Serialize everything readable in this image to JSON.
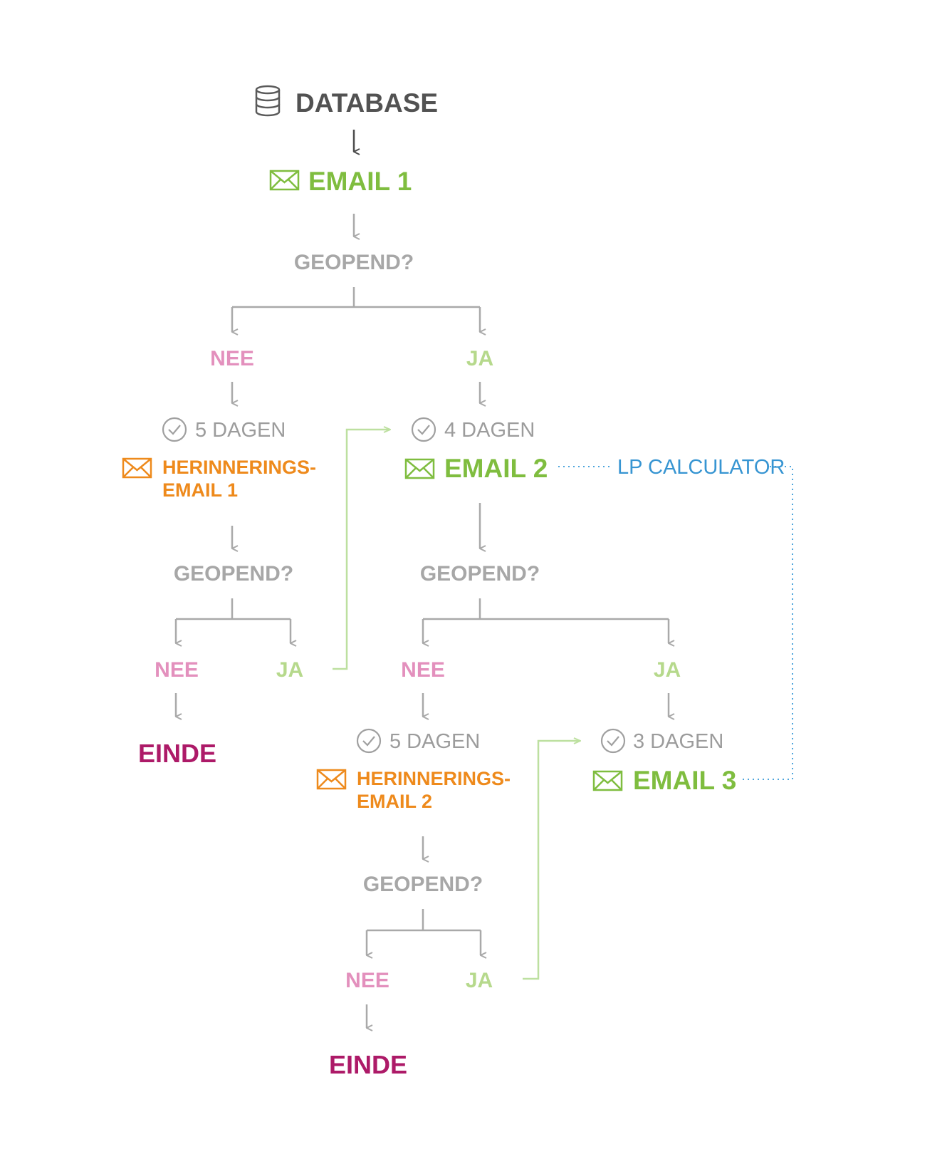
{
  "nodes": {
    "database": "DATABASE",
    "email_1": "EMAIL 1",
    "geopend_1": "GEOPEND?",
    "nee_1": "NEE",
    "ja_1": "JA",
    "wait_5_dagen_1": "5 DAGEN",
    "herinnering_1_line1": "HERINNERINGS-",
    "herinnering_1_line2": "EMAIL 1",
    "geopend_2": "GEOPEND?",
    "nee_2": "NEE",
    "ja_2": "JA",
    "einde_1": "EINDE",
    "wait_4_dagen": "4 DAGEN",
    "email_2": "EMAIL 2",
    "lp_calculator": "LP CALCULATOR",
    "geopend_3": "GEOPEND?",
    "nee_3": "NEE",
    "ja_3": "JA",
    "wait_5_dagen_2": "5 DAGEN",
    "herinnering_2_line1": "HERINNERINGS-",
    "herinnering_2_line2": "EMAIL 2",
    "wait_3_dagen": "3 DAGEN",
    "email_3": "EMAIL 3",
    "geopend_4": "GEOPEND?",
    "nee_4": "NEE",
    "ja_4": "JA",
    "einde_2": "EINDE"
  },
  "icons": {
    "database": "database-icon",
    "email": "envelope-icon",
    "wait": "check-circle-icon"
  },
  "colors": {
    "heading": "#525252",
    "email": "#7fbd3f",
    "reminder": "#ee8a1c",
    "condition": "#a7a7a7",
    "no": "#e390bd",
    "yes": "#b6d98c",
    "wait": "#9c9c9c",
    "end": "#ad1a68",
    "link": "#3795d2",
    "connector": "#a9a9a9",
    "yes_connector": "#bde0a0"
  }
}
